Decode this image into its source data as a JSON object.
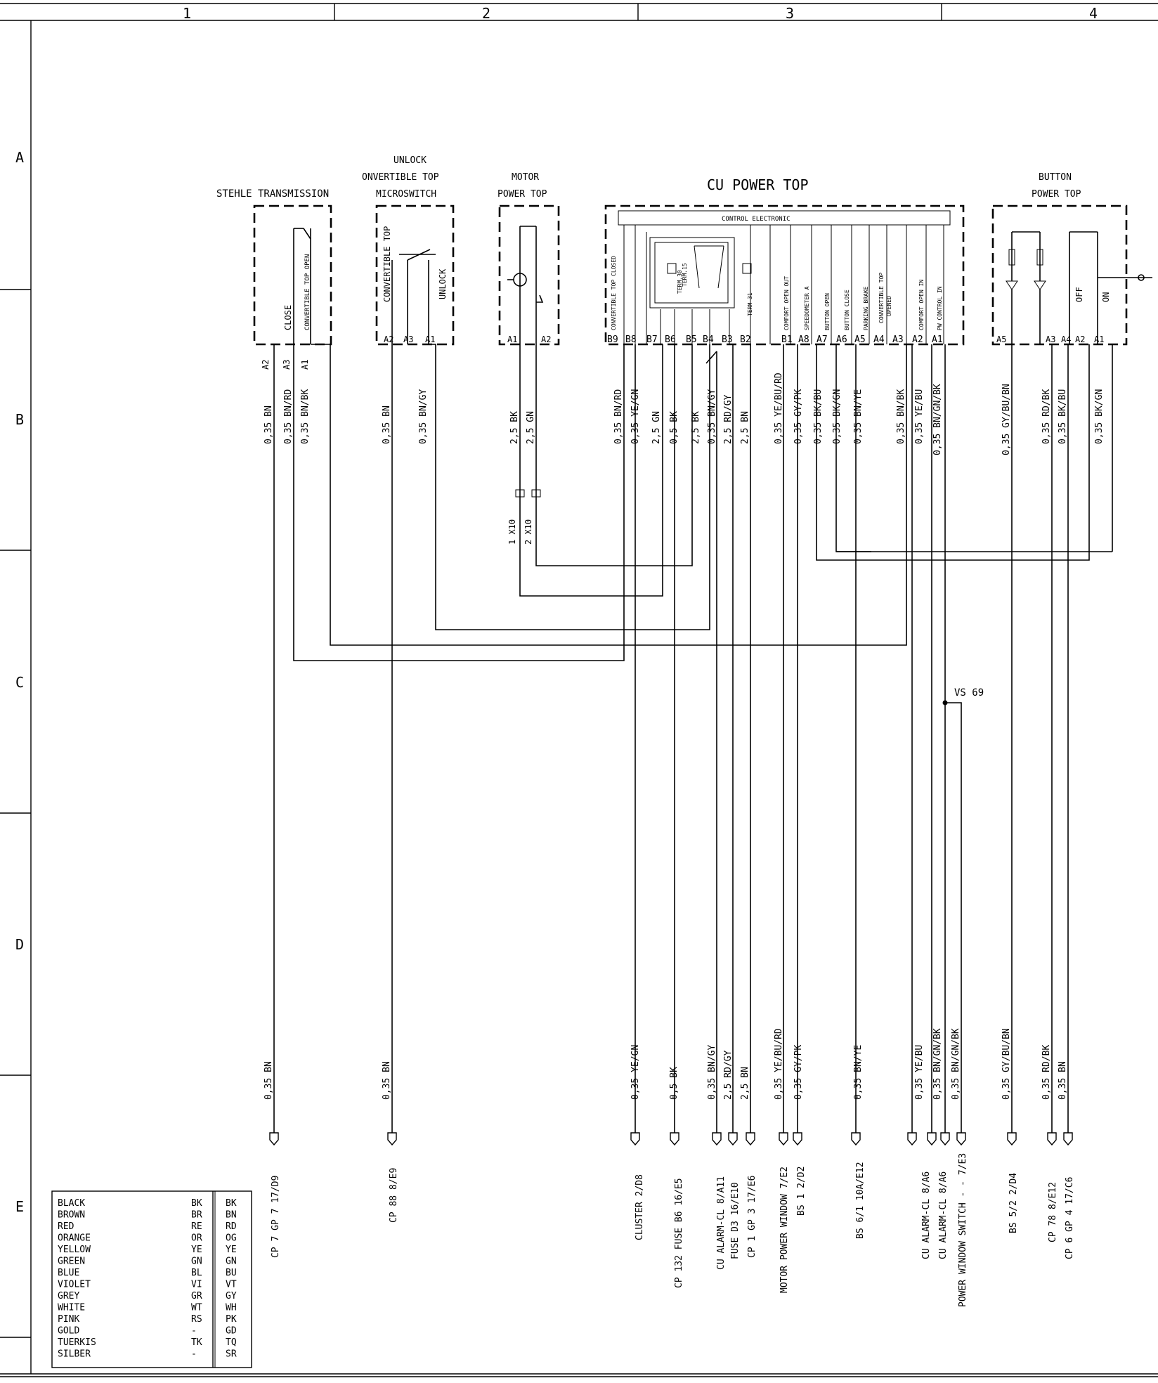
{
  "grid": {
    "columns": [
      "1",
      "2",
      "3",
      "4"
    ],
    "rows": [
      "A",
      "B",
      "C",
      "D",
      "E"
    ]
  },
  "components": {
    "stehle": {
      "title": "STEHLE TRANSMISSION",
      "labels": [
        "CLOSE",
        "CONVERTIBLE TOP OPEN"
      ],
      "pins": [
        "A2",
        "A3",
        "A1"
      ]
    },
    "unlock": {
      "title_line1": "UNLOCK",
      "title_line2": "ONVERTIBLE TOP",
      "title_line3": "MICROSWITCH",
      "labels": [
        "CONVERTIBLE TOP",
        "UNLOCK"
      ],
      "pins": [
        "A2",
        "A3",
        "A1"
      ]
    },
    "motor": {
      "title_line1": "MOTOR",
      "title_line2": "POWER TOP",
      "pins": [
        "A1",
        "A2"
      ]
    },
    "cu": {
      "title": "CU POWER TOP",
      "control_label": "CONTROL ELECTRONIC",
      "relay_a": "TERM.15",
      "relay_b": "TERM.30",
      "relay_c": "TERM 31",
      "labels": [
        "CONVERTIBLE TOP CLOSED",
        "COMFORT OPEN OUT",
        "SPEEDOMETER A",
        "BUTTON OPEN",
        "BUTTON CLOSE",
        "PARKING BRAKE",
        "CONVERTIBLE TOP",
        "OPENED",
        "COMFORT OPEN IN",
        "PW CONTROL IN"
      ],
      "pins": [
        "B9",
        "B8",
        "B7",
        "B6",
        "B5",
        "B4",
        "B3",
        "B2",
        "B1",
        "A8",
        "A7",
        "A6",
        "A5",
        "A4",
        "A3",
        "A2",
        "A1"
      ]
    },
    "button": {
      "title_line1": "BUTTON",
      "title_line2": "POWER TOP",
      "labels": [
        "OFF",
        "ON"
      ],
      "pins": [
        "A5",
        "A3",
        "A4",
        "A2",
        "A1"
      ]
    }
  },
  "wires_top": [
    "0,35 BN",
    "0,35 BN/RD",
    "0,35 BN/BK",
    "0,35 BN",
    "0,35 BN/GY",
    "2,5 BK",
    "2,5 GN",
    "0,35 BN/RD",
    "0,35 YE/GN",
    "2,5 GN",
    "0,5 BK",
    "2,5 BK",
    "0,35 BN/GY",
    "2,5 RD/GY",
    "2,5 BN",
    "0,35 YE/BU/RD",
    "0,35 GY/PK",
    "0,35 BK/BU",
    "0,35 BK/GN",
    "0,35 BN/YE",
    "0,35 BN/BK",
    "0,35 YE/BU",
    "0,35 BN/GN/BK",
    "0,35 GY/BU/BN",
    "0,35 RD/BK",
    "0,35 BK/BU",
    "0,35 BK/GN"
  ],
  "connector_x10": [
    "1 X10",
    "2 X10"
  ],
  "splice": "VS 69",
  "wires_bottom": [
    "0,35 BN",
    "0,35 BN",
    "0,35 YE/GN",
    "0,5 BK",
    "0,35 BN/GY",
    "2,5 RD/GY",
    "2,5 BN",
    "0,35 YE/BU/RD",
    "0,35 GY/PK",
    "0,35 BN/YE",
    "0,35 YE/BU",
    "0,35 BN/GN/BK",
    "0,35 BN/GN/BK",
    "0,35 GY/BU/BN",
    "0,35 RD/BK",
    "0,35 BN"
  ],
  "destinations": [
    "CP 7 GP 7  17/D9",
    "CP 88  8/E9",
    "CLUSTER  2/D8",
    "CP 132 FUSE B6  16/E5",
    "CU ALARM-CL  8/A11",
    "FUSE D3  16/E10",
    "CP 1 GP 3  17/E6",
    "MOTOR POWER WINDOW  7/E2",
    "BS 1  2/D2",
    "BS 6/1  10A/E12",
    "CU ALARM-CL  8/A6",
    "CU ALARM-CL  8/A6",
    "POWER WINDOW SWITCH - - 7/E3",
    "BS 5/2  2/D4",
    "CP 78  8/E12",
    "CP 6 GP 4  17/C6"
  ],
  "legend": [
    {
      "name": "BLACK",
      "de": "BK",
      "en": "BK"
    },
    {
      "name": "BROWN",
      "de": "BR",
      "en": "BN"
    },
    {
      "name": "RED",
      "de": "RE",
      "en": "RD"
    },
    {
      "name": "ORANGE",
      "de": "OR",
      "en": "OG"
    },
    {
      "name": "YELLOW",
      "de": "YE",
      "en": "YE"
    },
    {
      "name": "GREEN",
      "de": "GN",
      "en": "GN"
    },
    {
      "name": "BLUE",
      "de": "BL",
      "en": "BU"
    },
    {
      "name": "VIOLET",
      "de": "VI",
      "en": "VT"
    },
    {
      "name": "GREY",
      "de": "GR",
      "en": "GY"
    },
    {
      "name": "WHITE",
      "de": "WT",
      "en": "WH"
    },
    {
      "name": "PINK",
      "de": "RS",
      "en": "PK"
    },
    {
      "name": "GOLD",
      "de": "-",
      "en": "GD"
    },
    {
      "name": "TUERKIS",
      "de": "TK",
      "en": "TQ"
    },
    {
      "name": "SILBER",
      "de": "-",
      "en": "SR"
    }
  ]
}
